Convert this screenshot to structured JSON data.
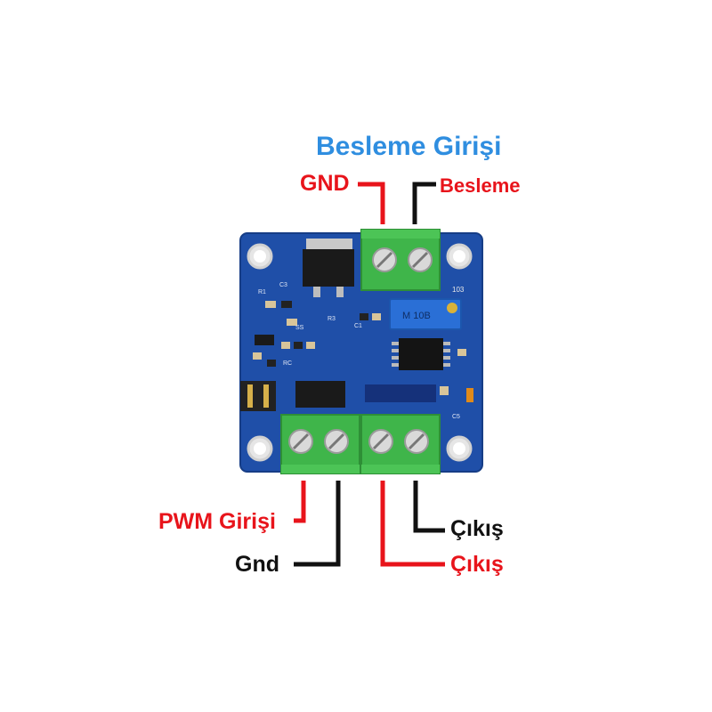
{
  "labels": {
    "supply_title": "Besleme Girişi",
    "gnd_top": "GND",
    "supply": "Besleme",
    "pwm_input": "PWM Girişi",
    "gnd_bottom": "Gnd",
    "output_black": "Çıkış",
    "output_red": "Çıkış"
  },
  "pcb": {
    "chip_marking": "M 10B",
    "pot_marking": "103",
    "component_labels": [
      "C3",
      "R3",
      "C1",
      "SS",
      "RC",
      "C5",
      "R1"
    ]
  },
  "colors": {
    "title": "#2f8ee0",
    "red_wire": "#e8141b",
    "black_wire": "#111111",
    "pcb": "#1f4fa8",
    "terminal": "#3fb54a"
  }
}
